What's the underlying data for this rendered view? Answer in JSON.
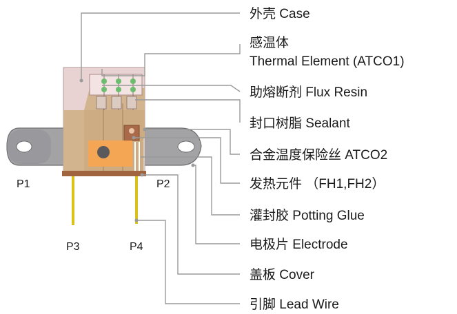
{
  "labels": {
    "case": "外壳 Case",
    "thermal_cn": "感温体",
    "thermal_en": "Thermal Element (ATCO1)",
    "flux": "助熔断剂 Flux Resin",
    "sealant": "封口树脂 Sealant",
    "alloy": "合金温度保险丝 ATCO2",
    "heater": "发热元件 （FH1,FH2）",
    "potting": "灌封胶 Potting Glue",
    "electrode": "电极片 Electrode",
    "cover": "盖板 Cover",
    "lead": "引脚 Lead Wire"
  },
  "pins": {
    "p1": "P1",
    "p2": "P2",
    "p3": "P3",
    "p4": "P4"
  },
  "colors": {
    "case": "#e6cfcf",
    "body": "#d2b48f",
    "electrode": "#9a9a9c",
    "cover": "#a0653f",
    "lead": "#d9c21a",
    "heater": "#f5a654",
    "flux": "#6cbd6e",
    "leader": "#9a9a9a"
  }
}
